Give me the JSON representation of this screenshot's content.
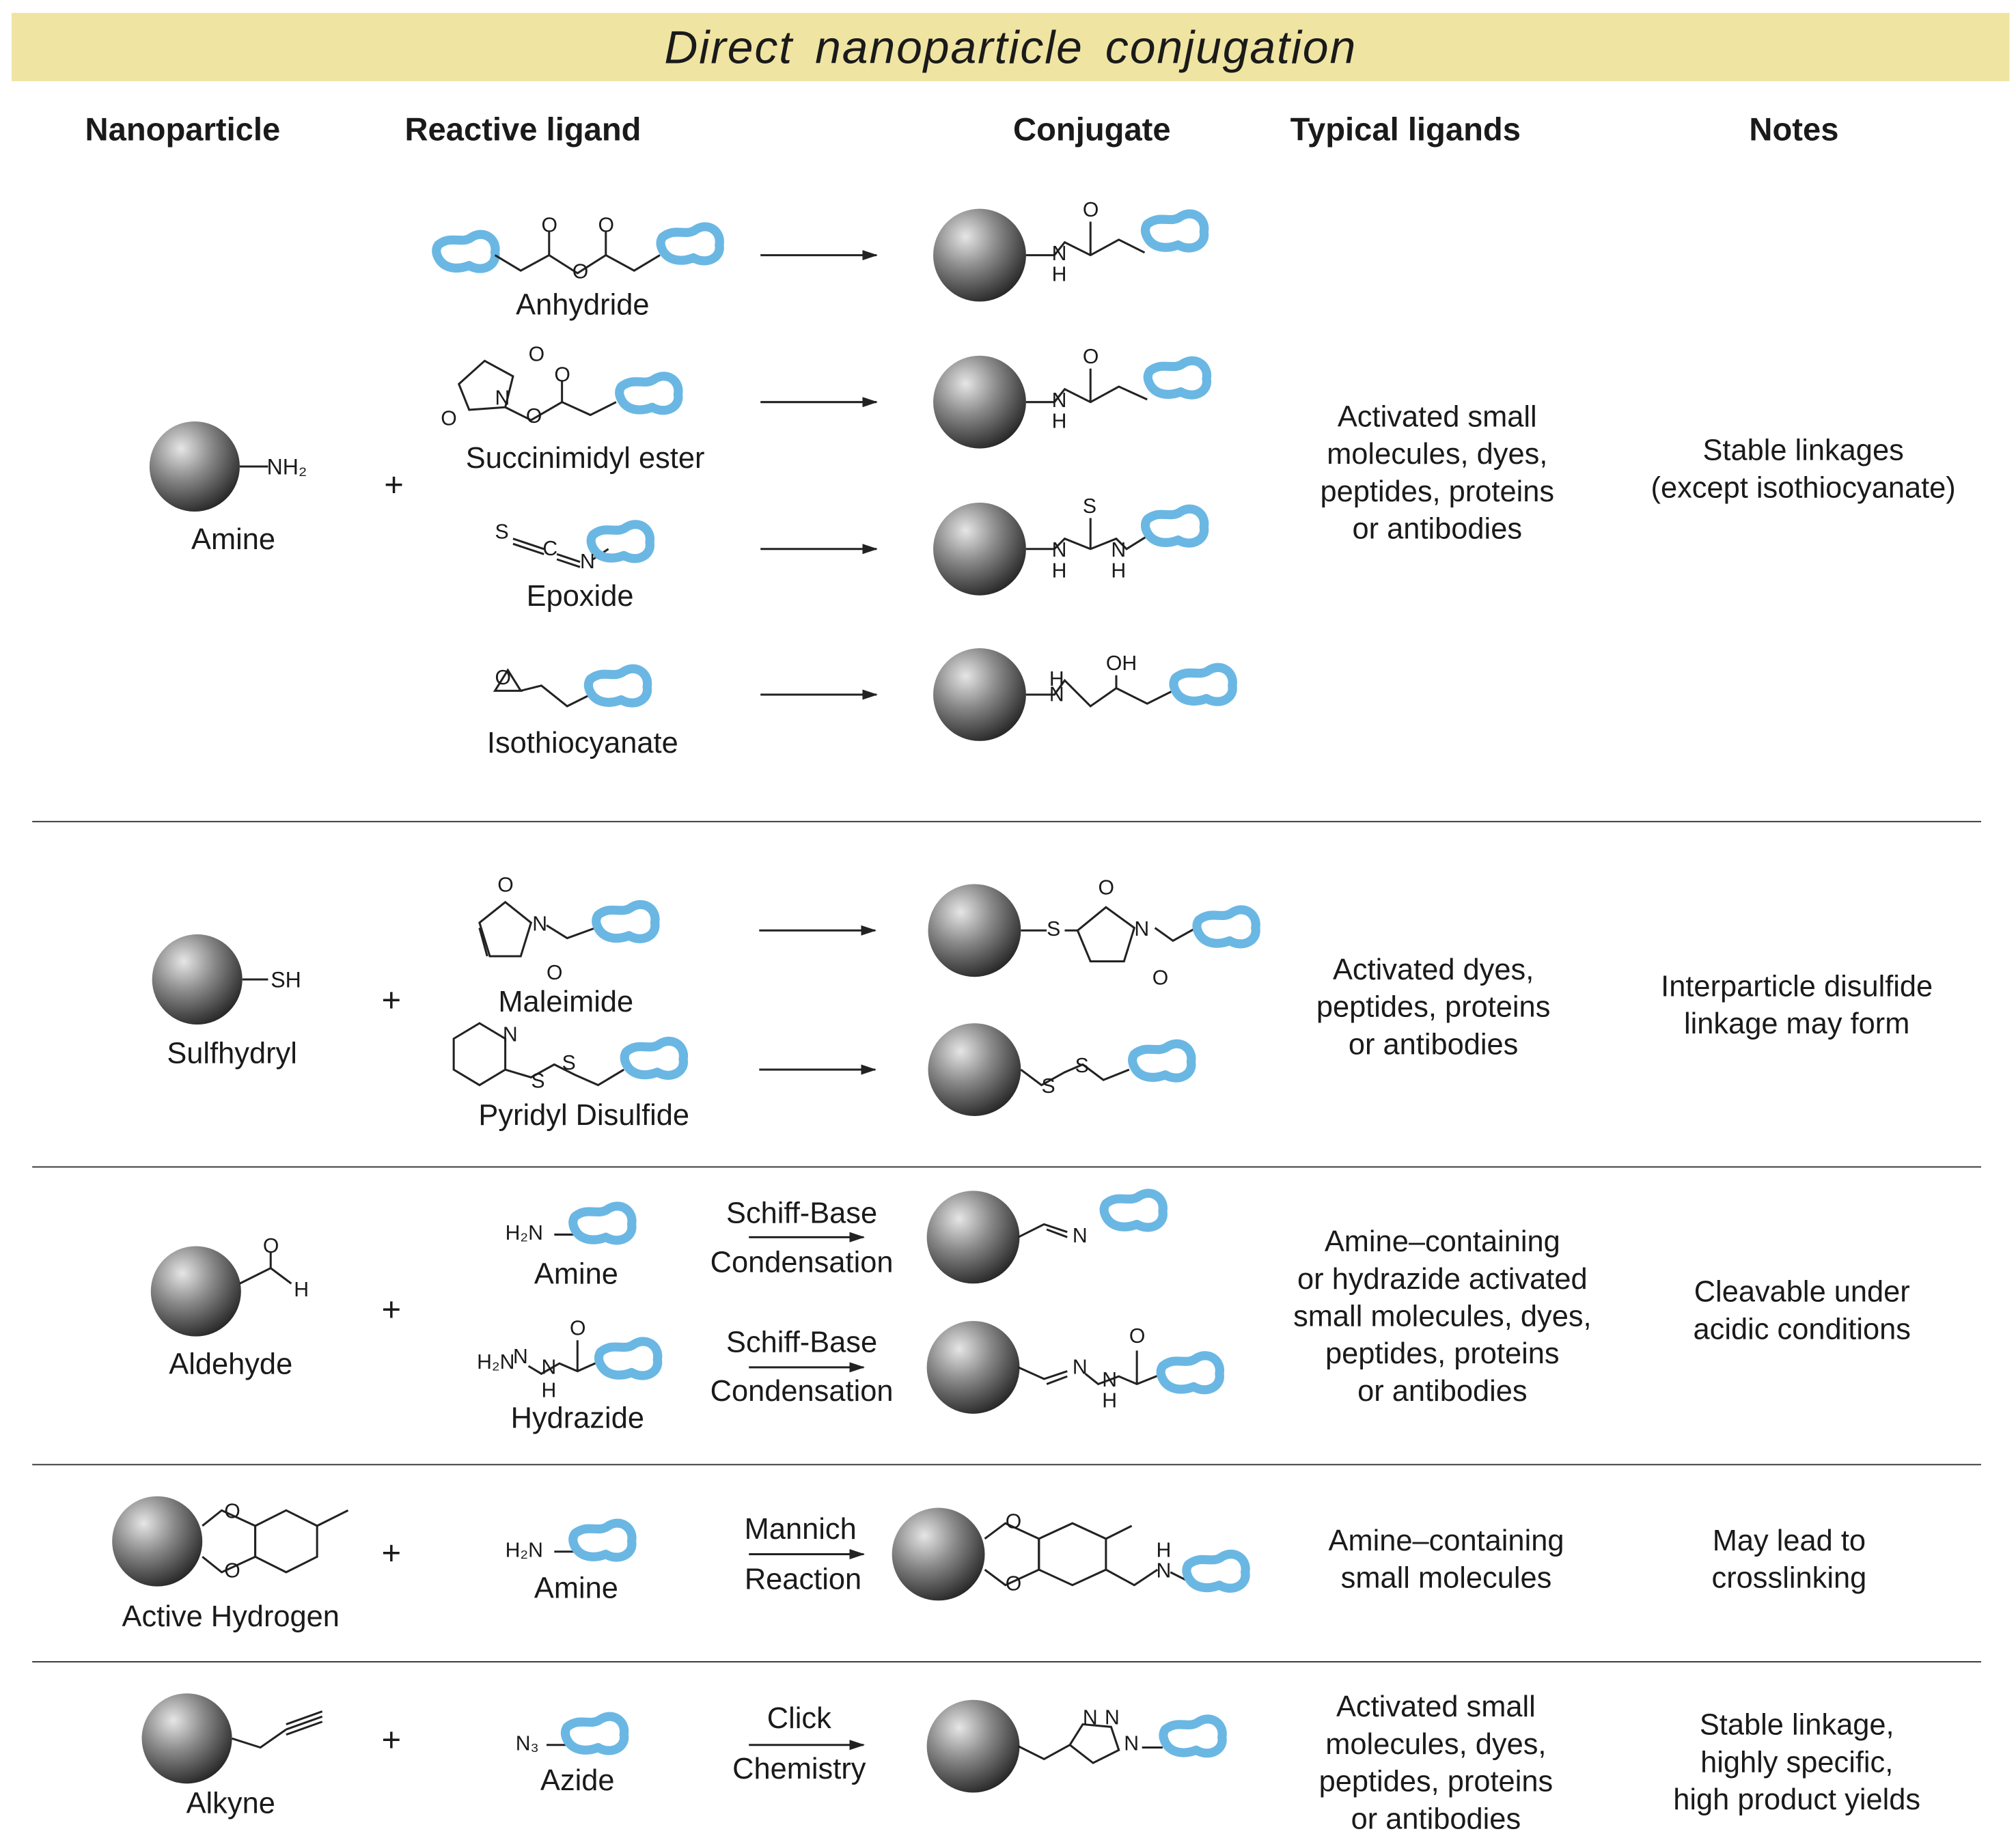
{
  "title": "Direct nanoparticle conjugation",
  "headers": {
    "nanoparticle": "Nanoparticle",
    "reactive_ligand": "Reactive ligand",
    "conjugate": "Conjugate",
    "typical_ligands": "Typical ligands",
    "notes": "Notes"
  },
  "plus": "+",
  "rows": [
    {
      "nanoparticle": "Amine",
      "group": "NH2",
      "ligands": [
        "Anhydride",
        "Succinimidyl ester",
        "Epoxide",
        "Isothiocyanate"
      ],
      "typical": [
        "Activated small",
        "molecules, dyes,",
        "peptides, proteins",
        "or antibodies"
      ],
      "notes": [
        "Stable linkages",
        "(except isothiocyanate)"
      ]
    },
    {
      "nanoparticle": "Sulfhydryl",
      "group": "SH",
      "ligands": [
        "Maleimide",
        "Pyridyl Disulfide"
      ],
      "typical": [
        "Activated dyes,",
        "peptides, proteins",
        "or antibodies"
      ],
      "notes": [
        "Interparticle disulfide",
        "linkage may form"
      ]
    },
    {
      "nanoparticle": "Aldehyde",
      "ligands": [
        "Amine",
        "Hydrazide"
      ],
      "reaction": [
        "Schiff-Base",
        "Condensation"
      ],
      "typical": [
        "Amine–containing",
        "or hydrazide activated",
        "small molecules, dyes,",
        "peptides, proteins",
        "or antibodies"
      ],
      "notes": [
        "Cleavable under",
        "acidic conditions"
      ]
    },
    {
      "nanoparticle": "Active Hydrogen",
      "ligands": [
        "Amine"
      ],
      "reaction": [
        "Mannich",
        "Reaction"
      ],
      "typical": [
        "Amine–containing",
        "small molecules"
      ],
      "notes": [
        "May lead to",
        "crosslinking"
      ]
    },
    {
      "nanoparticle": "Alkyne",
      "ligands": [
        "Azide"
      ],
      "reaction": [
        "Click",
        "Chemistry"
      ],
      "typical": [
        "Activated small",
        "molecules, dyes,",
        "peptides, proteins",
        "or antibodies"
      ],
      "notes": [
        "Stable linkage,",
        "highly specific,",
        "high product yields"
      ]
    }
  ],
  "atoms": {
    "O": "O",
    "N": "N",
    "H": "H",
    "S": "S",
    "C": "C",
    "OH": "OH",
    "NH2": "NH₂",
    "H2N": "H₂N",
    "N3": "N₃",
    "SH": "SH"
  },
  "colors": {
    "banner": "#efe4a2",
    "ligand": "#6ab7e3",
    "sphere": "#4d4d4d",
    "text": "#1a1a1a"
  }
}
